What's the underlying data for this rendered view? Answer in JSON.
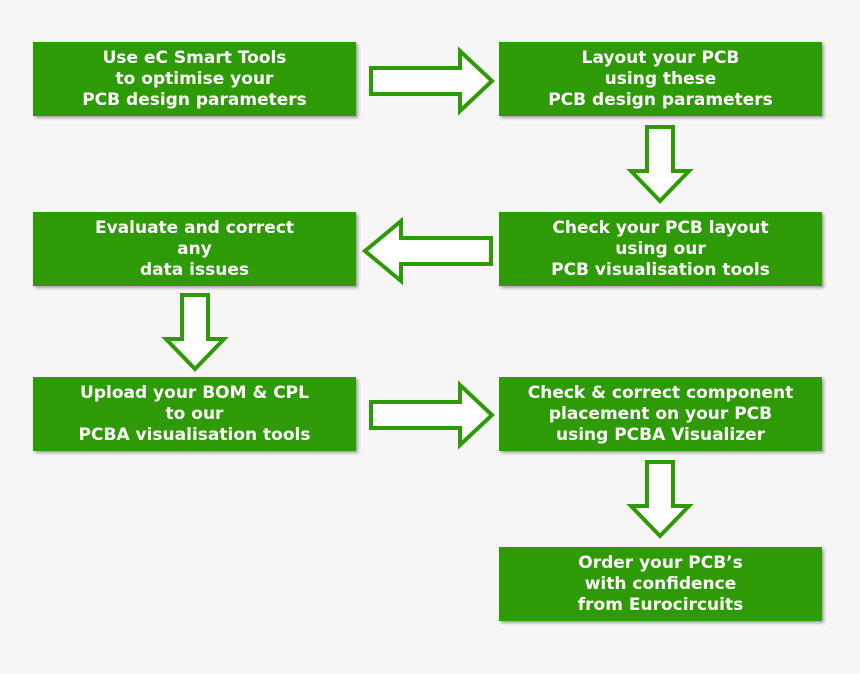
{
  "colors": {
    "box_fill": "#2e9a06",
    "box_text": "#ffffff",
    "arrow_fill": "#ffffff",
    "arrow_stroke": "#2e9a06",
    "background": "#f6f6f6"
  },
  "steps": [
    {
      "lines": [
        "Use eC Smart Tools",
        "to optimise your",
        "PCB design parameters"
      ]
    },
    {
      "lines": [
        "Layout your PCB",
        "using these",
        "PCB design parameters"
      ]
    },
    {
      "lines": [
        "Check your PCB layout",
        "using our",
        "PCB visualisation tools"
      ]
    },
    {
      "lines": [
        "Evaluate and correct",
        "any",
        "data issues"
      ]
    },
    {
      "lines": [
        "Upload your BOM & CPL",
        "to our",
        "PCBA visualisation tools"
      ]
    },
    {
      "lines": [
        "Check & correct component",
        "placement on your PCB",
        "using PCBA Visualizer"
      ]
    },
    {
      "lines": [
        "Order your PCB’s",
        "with confidence",
        "from Eurocircuits"
      ]
    }
  ],
  "arrows": [
    {
      "icon": "arrow-right-icon",
      "from": 1,
      "to": 2
    },
    {
      "icon": "arrow-down-icon",
      "from": 2,
      "to": 3
    },
    {
      "icon": "arrow-left-icon",
      "from": 3,
      "to": 4
    },
    {
      "icon": "arrow-down-icon",
      "from": 4,
      "to": 5
    },
    {
      "icon": "arrow-right-icon",
      "from": 5,
      "to": 6
    },
    {
      "icon": "arrow-down-icon",
      "from": 6,
      "to": 7
    }
  ]
}
